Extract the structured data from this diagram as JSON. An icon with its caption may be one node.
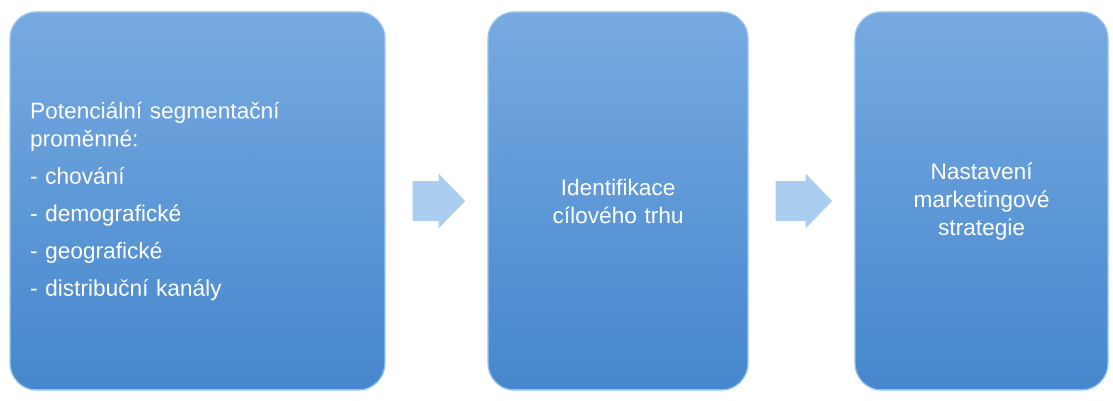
{
  "diagram": {
    "nodes": [
      {
        "text": [
          "Potenciální segmentační proměnné:",
          "- chování",
          "- demografické",
          "- geografické",
          "- distribuční kanály"
        ]
      },
      {
        "text": [
          "Identifikace cílového trhu"
        ]
      },
      {
        "text": [
          "Nastavení marketingové strategie"
        ]
      }
    ],
    "edges": [
      {
        "from": 0,
        "to": 1,
        "arrow": "to"
      },
      {
        "from": 1,
        "to": 2,
        "arrow": "to"
      }
    ]
  }
}
